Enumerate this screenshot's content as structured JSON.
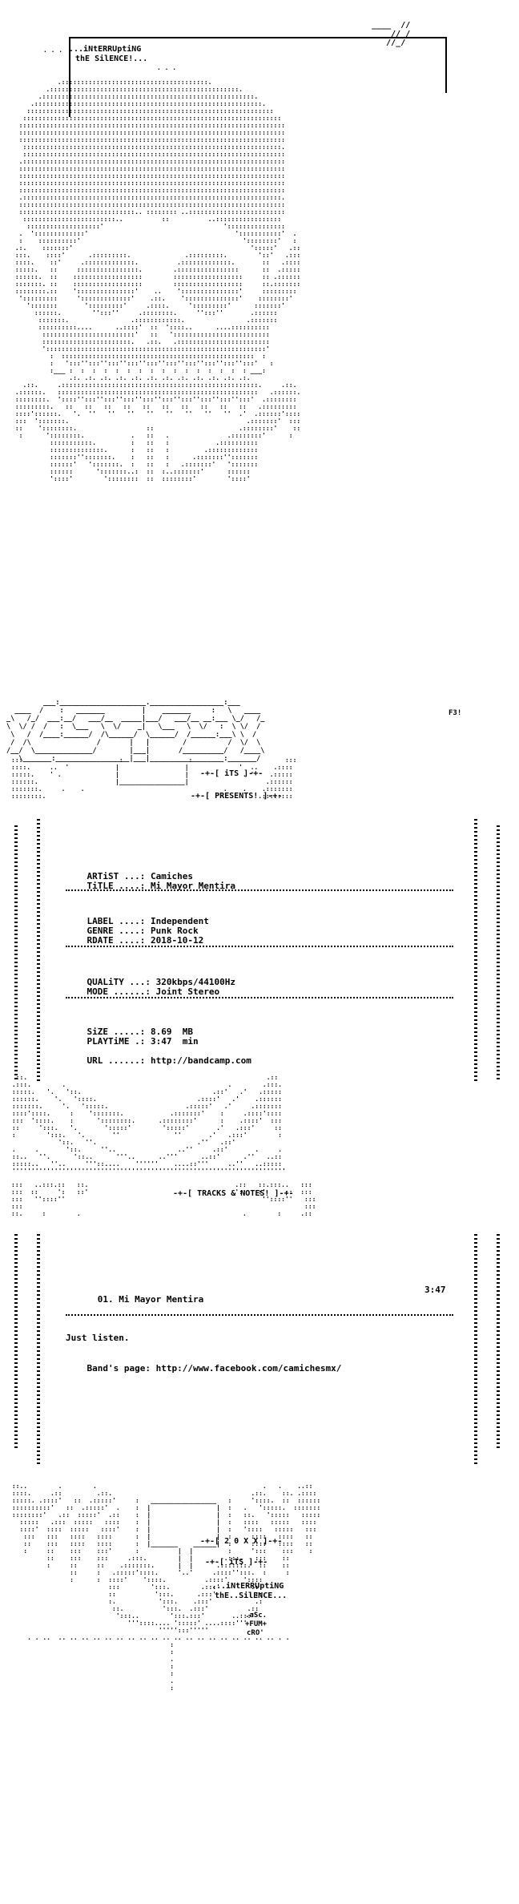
{
  "header": {
    "group_line1": "...iNtERRUptiNG",
    "group_line2": "thE SilENCE!...",
    "corner_tag": "F3!"
  },
  "banner": {
    "its": "-+-[ iTS ]-+-",
    "presents": "-+-[ PRESENTS! ]-+-"
  },
  "info": {
    "artist_label": "ARTiST ...:",
    "artist": "Camiches",
    "title_label": "TiTLE ....:",
    "title": "Mi Mayor Mentira",
    "label_label": "LABEL ....:",
    "label": "Independent",
    "genre_label": "GENRE ....:",
    "genre": "Punk Rock",
    "rdate_label": "RDATE ....:",
    "rdate": "2018-10-12",
    "quality_label": "QUALiTY ...:",
    "quality": "320kbps/44100Hz",
    "mode_label": "MODE ......:",
    "mode": "Joint Stereo",
    "size_label": "SiZE .....:",
    "size": "8.69  MB",
    "playtime_label": "PLAYTiME .:",
    "playtime": "3:47  min",
    "url_label": "URL ......:",
    "url": "http://bandcamp.com"
  },
  "tracks_header": "-+-[ TRACKS & NOTES! ]-+-",
  "tracks": [
    {
      "num": "01.",
      "name": "Mi Mayor Mentira",
      "time": "3:47"
    }
  ],
  "notes": {
    "line1": "Just listen.",
    "line2_label": "Band's page:",
    "line2_url": "http://www.facebook.com/camichesmx/"
  },
  "footer": {
    "year": "-+-[ 2 0 X X ]-+-",
    "its": "-+-[ iTS ]-+-",
    "group_line1": "...iNtERRUptiNG",
    "group_line2": "thE..SilENCE...",
    "credit1": ".aSc.",
    "credit2": "+FUM+",
    "credit3": "cRO'"
  }
}
